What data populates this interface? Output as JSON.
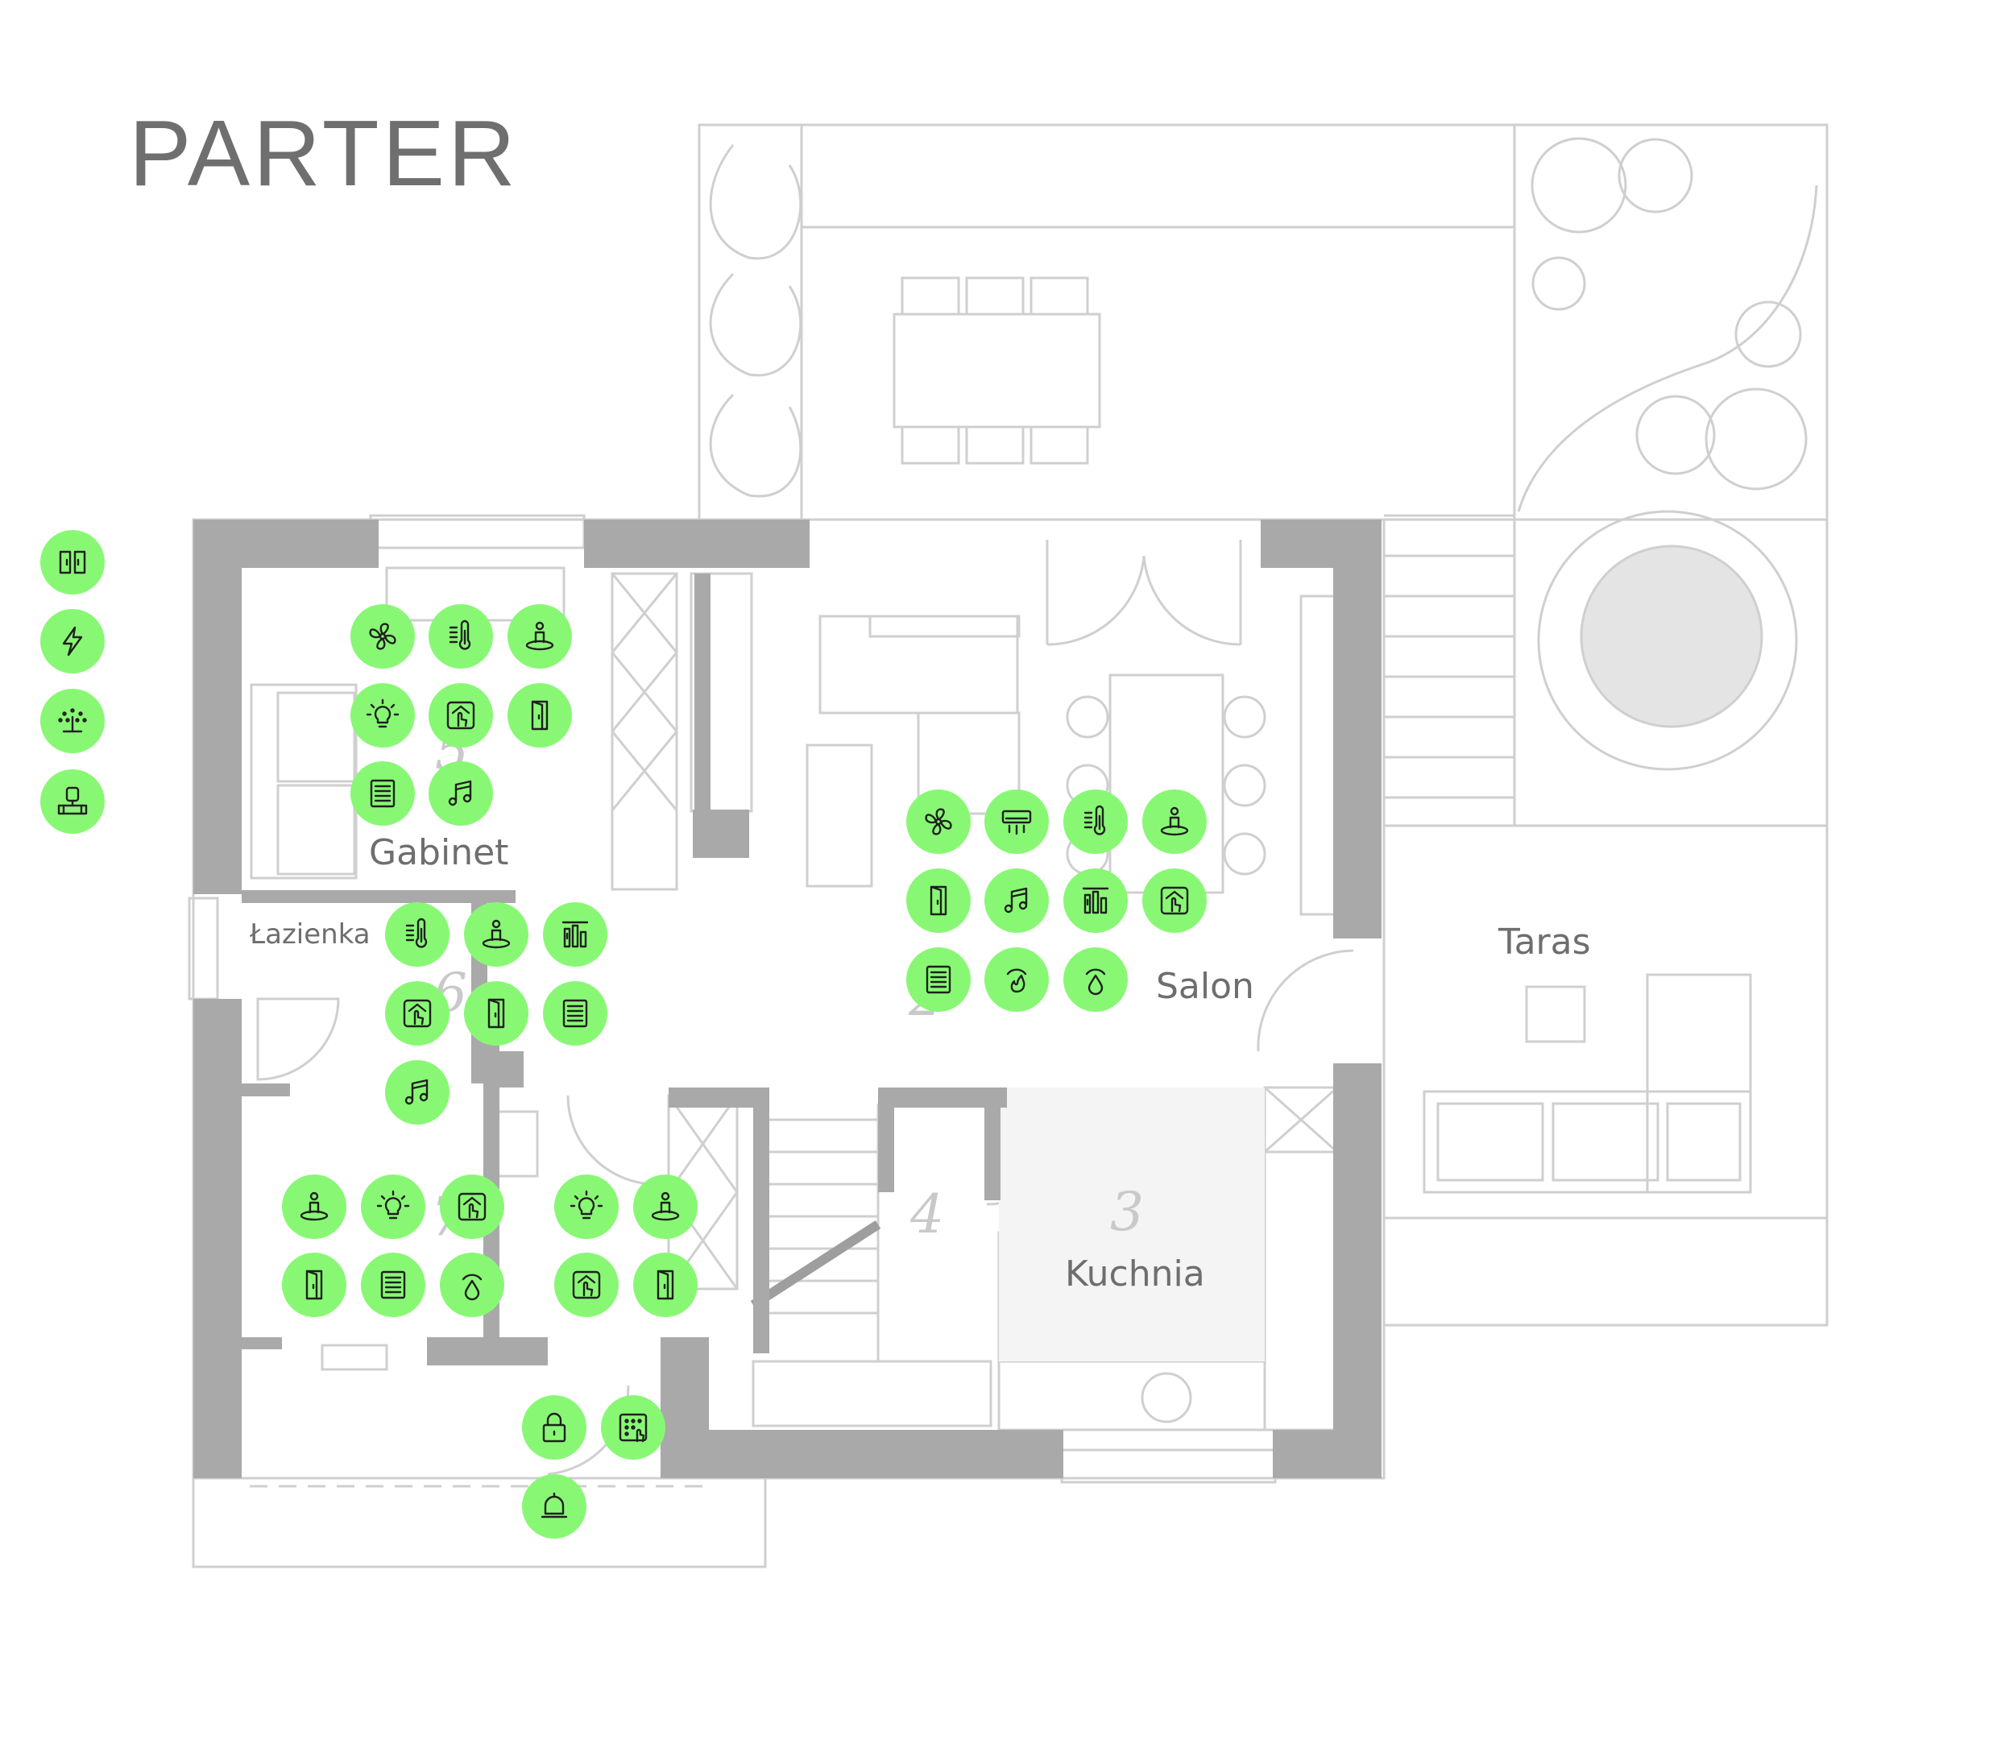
{
  "page": {
    "title": "PARTER",
    "accent_color": "#88f874",
    "wall_color": "#a9a9a9",
    "line_color": "#cfcfcf"
  },
  "legend": [
    {
      "icon": "window-blinds-icon"
    },
    {
      "icon": "power-icon"
    },
    {
      "icon": "garden-irrigation-icon"
    },
    {
      "icon": "water-valve-icon"
    }
  ],
  "rooms": [
    {
      "key": "gabinet",
      "label": "Gabinet",
      "number": "5",
      "devices": [
        "fan-icon",
        "temperature-icon",
        "presence-sensor-icon",
        "light-icon",
        "touch-panel-icon",
        "door-sensor-icon",
        "blinds-icon",
        "music-icon"
      ]
    },
    {
      "key": "lazienka",
      "label": "Łazienka",
      "number": "6",
      "devices": [
        "temperature-icon",
        "presence-sensor-icon",
        "sliders-icon",
        "touch-panel-icon",
        "door-sensor-icon",
        "blinds-icon",
        "music-icon"
      ]
    },
    {
      "key": "salon",
      "label": "Salon",
      "number": "2",
      "devices": [
        "fan-icon",
        "air-conditioner-icon",
        "temperature-icon",
        "presence-sensor-icon",
        "door-sensor-icon",
        "music-icon",
        "sliders-icon",
        "touch-panel-icon",
        "blinds-icon",
        "smoke-sensor-icon",
        "flood-sensor-icon"
      ]
    },
    {
      "key": "garderoba",
      "label": "",
      "number": "7",
      "devices": [
        "presence-sensor-icon",
        "light-icon",
        "touch-panel-icon",
        "door-sensor-icon",
        "blinds-icon",
        "flood-sensor-icon"
      ]
    },
    {
      "key": "korytarz",
      "label": "",
      "number": "",
      "devices": [
        "light-icon",
        "presence-sensor-icon",
        "touch-panel-icon",
        "door-sensor-icon"
      ]
    },
    {
      "key": "schody",
      "label": "",
      "number": "4",
      "devices": []
    },
    {
      "key": "kuchnia",
      "label": "Kuchnia",
      "number": "3",
      "devices": []
    },
    {
      "key": "taras",
      "label": "Taras",
      "number": "",
      "devices": []
    },
    {
      "key": "wejscie",
      "label": "",
      "number": "",
      "devices": [
        "lock-icon",
        "keypad-icon",
        "doorbell-icon"
      ]
    }
  ]
}
